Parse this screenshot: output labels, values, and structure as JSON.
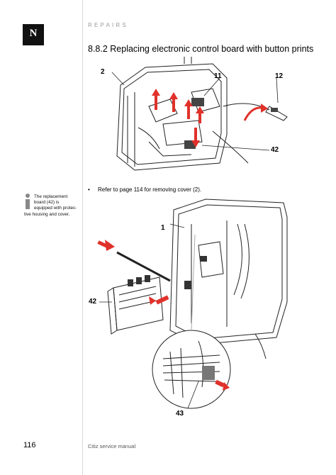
{
  "header": {
    "logo_letter": "N",
    "section": "REPAIRS"
  },
  "title": "8.8.2  Replacing electronic control board with button prints",
  "figure1": {
    "callouts": [
      "2",
      "11",
      "12",
      "42"
    ]
  },
  "instruction": {
    "bullet": "•",
    "text": "Refer to page 114 for removing cover (2)."
  },
  "note": {
    "icon": "info-icon",
    "lines": [
      "The replacement",
      "board (42) is",
      "equipped with protec-",
      "tive housing and cover."
    ]
  },
  "figure2": {
    "callouts": [
      "1",
      "42",
      "43"
    ]
  },
  "footer": {
    "page_number": "116",
    "manual": "Citiz service manual"
  },
  "colors": {
    "arrow": "#e0312a",
    "rule": "#d8d8d8",
    "section": "#9a9a9a"
  }
}
